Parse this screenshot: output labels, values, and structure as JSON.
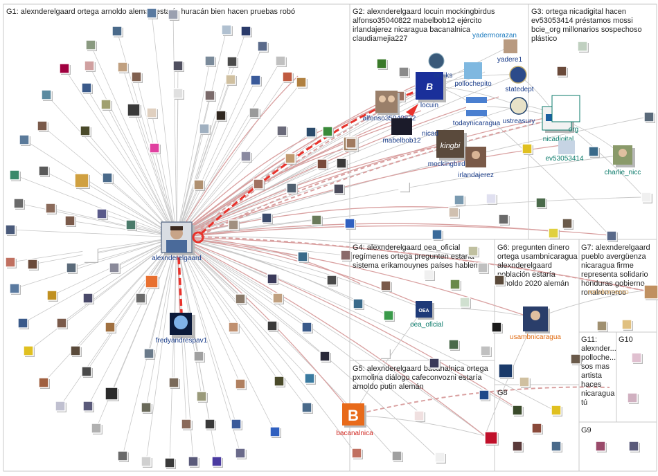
{
  "groups": [
    {
      "id": "G1",
      "lines": [
        "G1: alexnderelgaard ortega arnoldo alemán estaría huracán bien hacen pruebas robó"
      ]
    },
    {
      "id": "G2",
      "lines": [
        "G2: alexnderelgaard locuin mockingbirdus",
        "alfonso35040822 mabelbob12 ejército",
        "irlandajerez nicaragua bacanalnica",
        "claudiamejia227"
      ]
    },
    {
      "id": "G3",
      "lines": [
        "G3: ortega nicadigital hacen",
        "ev53053414 préstamos mossi",
        "bcie_org millonarios sospechoso",
        "plástico"
      ]
    },
    {
      "id": "G4",
      "lines": [
        "G4: alexnderelgaard oea_oficial",
        "regímenes ortega pregunten estaría",
        "sistema erikamouynes países hablemos"
      ]
    },
    {
      "id": "G5",
      "lines": [
        "G5: alexnderelgaard bacanalnica ortega",
        "pxmolina diálogo cafeconvozni estaría",
        "arnoldo putin alemán"
      ]
    },
    {
      "id": "G6",
      "lines": [
        "G6: pregunten dinero",
        "ortega usambnicaragua",
        "alexnderelgaard",
        "población estaría",
        "arnoldo 2020 alemán"
      ]
    },
    {
      "id": "G7",
      "lines": [
        "G7: alexnderelgaard",
        "pueblo avergüenza",
        "nicaragua firme",
        "representa solidario",
        "honduras gobierno",
        "ronalromeroo"
      ]
    },
    {
      "id": "G8",
      "lines": [
        "G8"
      ]
    },
    {
      "id": "G9",
      "lines": [
        "G9"
      ]
    },
    {
      "id": "G10",
      "lines": [
        "G10"
      ]
    },
    {
      "id": "G11",
      "lines": [
        "G11:",
        "alexnder...",
        "polloche...",
        "sos mas",
        "artista",
        "haces",
        "nicaragua",
        "tú"
      ]
    }
  ],
  "labels": {
    "alexnderelgaard": "alexnderelgaard",
    "fredyandrespav1": "fredyandrespav1",
    "locuin": "locuin",
    "alfonso35040822": "alfonso35040822",
    "mabelbob12": "mabelbob12",
    "mockingbirdus": "mockingbirdus",
    "irlandajerez": "irlandajerez",
    "todaynicaragua": "todaynicaragua",
    "pollochepito": "pollochepito",
    "statedept": "statedept",
    "ustreasury": "ustreasury",
    "yadere1": "yadere1",
    "yadermorazan": "yadermorazan",
    "ereiks": "ereiks",
    "nicad": "nicad",
    "nicadigital": "nicadigital",
    "ev53053414": "ev53053414",
    "charlie_nicc": "charlie_nicc",
    "org": "org",
    "oea_oficial": "oea_oficial",
    "usambnicaragua": "usambnicaragua",
    "bacanalnica": "bacanalnica",
    "ronalromeroo": "ronalromeroo"
  },
  "colors": {
    "edge_gray": "#c8c8c8",
    "edge_red": "#d9a0a0",
    "strong_red": "#e8322b",
    "label_blue": "#1a3d8a",
    "label_teal": "#0a7a6a",
    "label_orange": "#e06a10",
    "label_red": "#d0261f",
    "group_border": "#c9c9c9"
  },
  "icons": {
    "bacanalnica": "orange-letter-b-logo",
    "locuin": "blue-bcj-logo",
    "oea": "oea-seal",
    "statedept": "eagle-seal",
    "ustreasury": "treasury-seal"
  }
}
